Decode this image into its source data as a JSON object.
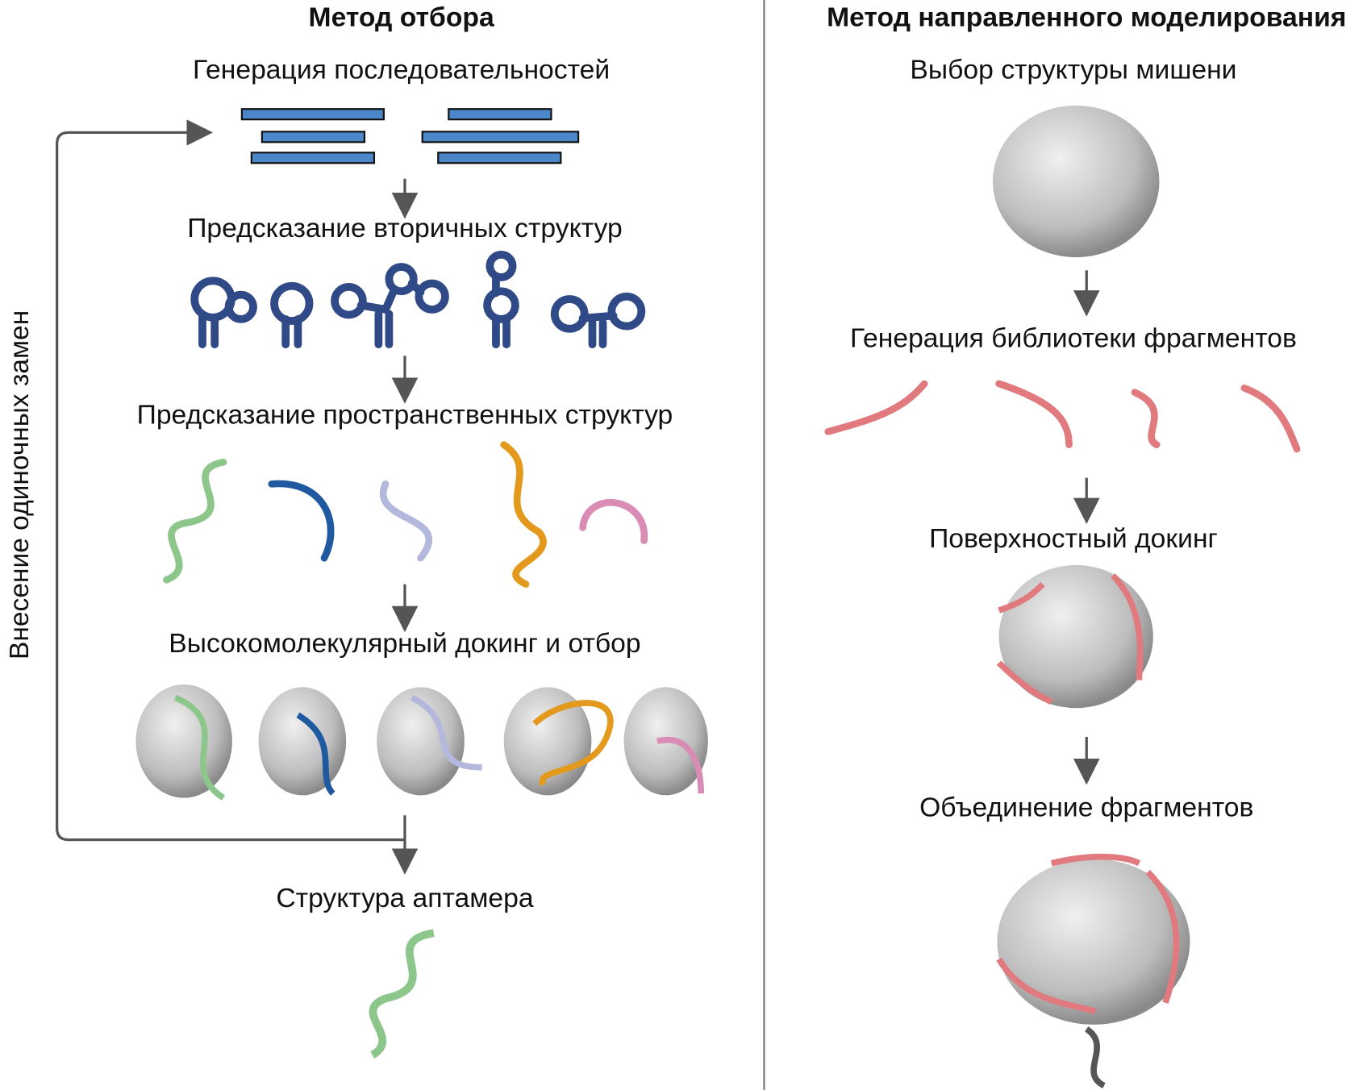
{
  "left": {
    "title": "Метод отбора",
    "steps": [
      "Генерация последовательностей",
      "Предсказание вторичных структур",
      "Предсказание пространственных структур",
      "Высокомолекулярный докинг и отбор",
      "Структура аптамера"
    ],
    "loop_label": "Внесение одиночных замен"
  },
  "right": {
    "title": "Метод направленного моделирования",
    "steps": [
      "Выбор структуры мишени",
      "Генерация библиотеки фрагментов",
      "Поверхностный докинг",
      "Объединение фрагментов"
    ]
  },
  "colors": {
    "sequence": "#4a86c8",
    "secondary": "#2f4a86",
    "green": "#8cc68a",
    "blue": "#1f5aa0",
    "lavender": "#b4b8dc",
    "orange": "#e39a1c",
    "pink": "#d98cb4",
    "fragment": "#e07a7e",
    "protein": "#c4c4c4",
    "arrow": "#555555"
  }
}
